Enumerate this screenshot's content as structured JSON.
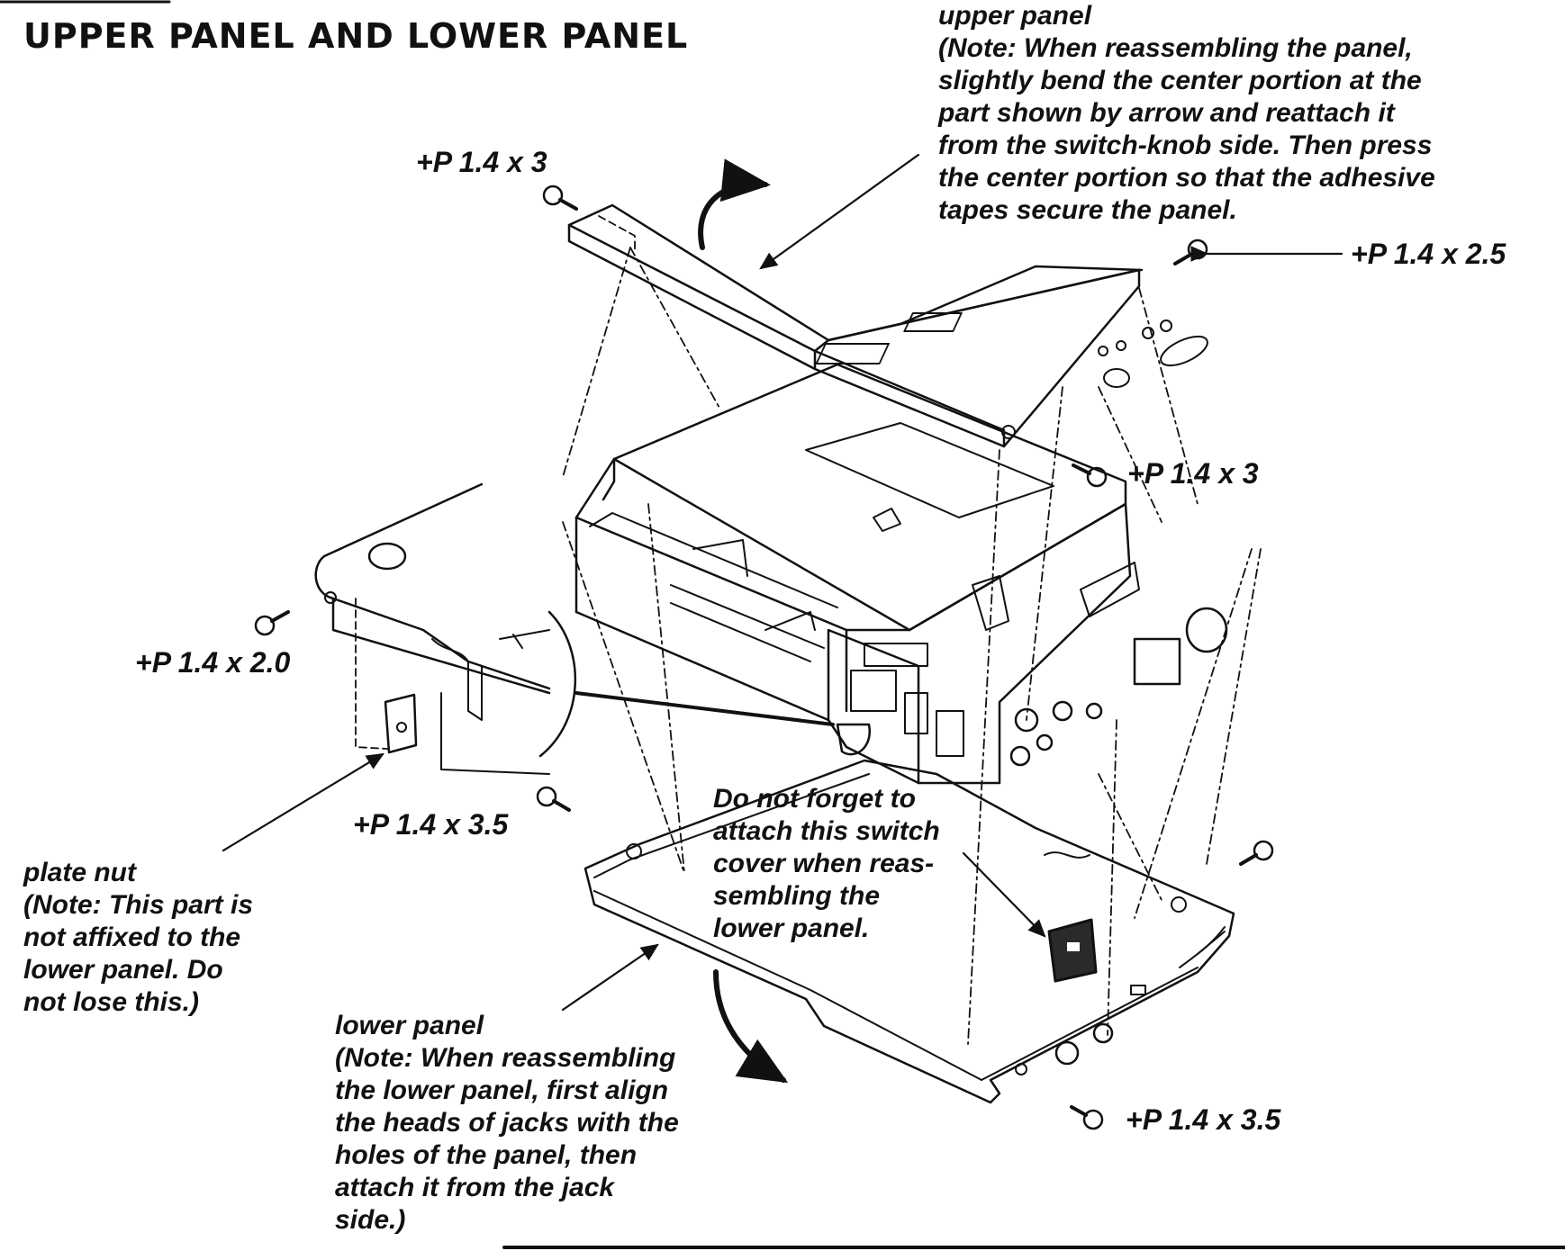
{
  "title": "UPPER PANEL AND LOWER PANEL",
  "upper_panel": {
    "name": "upper panel",
    "note_lines": [
      "(Note:  When reassembling the panel,",
      "slightly bend the center portion at the",
      "part shown by arrow and reattach it",
      "from the switch-knob side.  Then press",
      "the center portion so that the adhesive",
      "tapes secure the panel."
    ]
  },
  "screws": {
    "upper_left": "+P 1.4 x 3",
    "upper_right": "+P 1.4 x 2.5",
    "middle_right": "+P 1.4 x 3",
    "left_side": "+P 1.4 x 2.0",
    "plate_nut_screw": "+P 1.4 x 3.5",
    "lower_right": "+P 1.4 x 3.5"
  },
  "plate_nut": {
    "name": "plate nut",
    "note_lines": [
      "(Note:  This part is",
      "not affixed to the",
      "lower panel.  Do",
      "not lose this.)"
    ]
  },
  "switch_cover_note": {
    "lines": [
      "Do not forget to",
      "attach this switch",
      "cover when reas-",
      "sembling the",
      "lower panel."
    ]
  },
  "lower_panel": {
    "name": "lower panel",
    "note_lines": [
      "(Note:  When reassembling",
      "the lower panel, first align",
      "the heads of jacks with the",
      "holes of the panel, then",
      "attach it from the jack",
      "side.)"
    ]
  }
}
